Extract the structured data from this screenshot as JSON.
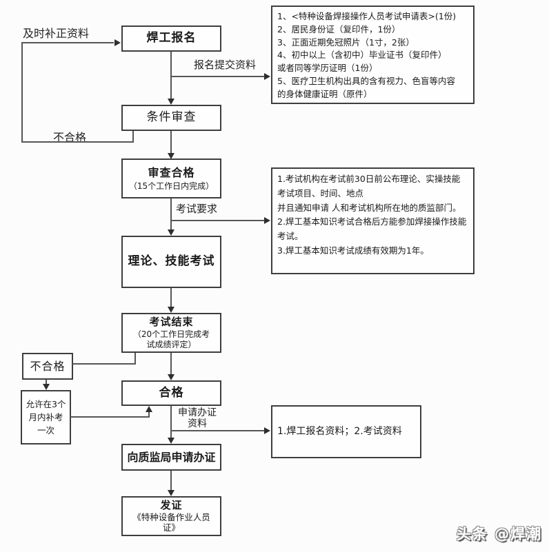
{
  "colors": {
    "background": "#fcfcfc",
    "box_border": "#3d3d3d",
    "connector_line": "#555555",
    "arrowhead": "#2e2e2e",
    "text": "#1a1a1a"
  },
  "flow": {
    "register": {
      "title": "焊工报名"
    },
    "condition_review": {
      "title": "条件审查"
    },
    "review_pass": {
      "title": "审查合格",
      "subtitle": "（15个工作日内完成）"
    },
    "theory_skill_exam": {
      "title": "理论、技能考试"
    },
    "exam_end": {
      "title": "考试结束",
      "subtitle": [
        "（20个工作日完成考",
        "试成绩评定）"
      ]
    },
    "pass": {
      "title": "合格"
    },
    "apply_cert": {
      "title": "向质监局申请办证"
    },
    "issue_cert": {
      "title": "发证",
      "subtitle": [
        "《特种设备作业人员",
        "证》"
      ]
    },
    "fail": {
      "title": "不合格"
    },
    "retake": {
      "title": [
        "允许在3个",
        "月内补考",
        "一次"
      ]
    }
  },
  "labels": {
    "timely_correction": "及时补正资料",
    "submit_materials": "报名提交资料",
    "fail_review": "不合格",
    "exam_requirements": "考试要求",
    "apply_materials": [
      "申请办证",
      "资料"
    ]
  },
  "notes": {
    "registration_materials": [
      "1、<特种设备焊接操作人员考试申请表>(1份)",
      "2、居民身份证（复印件，1份）",
      "3、正面近期免冠照片（1寸，2张）",
      "4、初中以上（含初中）毕业证书（复印件）",
      "或者同等学历证明（1份）",
      "5、医疗卫生机构出具的含有视力、色盲等内容",
      "的身体健康证明（原件）"
    ],
    "exam_rules": [
      "1.考试机构在考试前30日前公布理论、实操技能",
      "考试项目、时间、地点",
      "并且通知申请 人和考试机构所在地的质监部门。",
      "2.焊工基本知识考试合格后方能参加焊接操作技能",
      "考试。",
      "3.焊工基本知识考试成绩有效期为1年。"
    ],
    "cert_materials": "1.焊工报名资料；2.考试资料"
  },
  "watermark": "头条 @焊潮"
}
